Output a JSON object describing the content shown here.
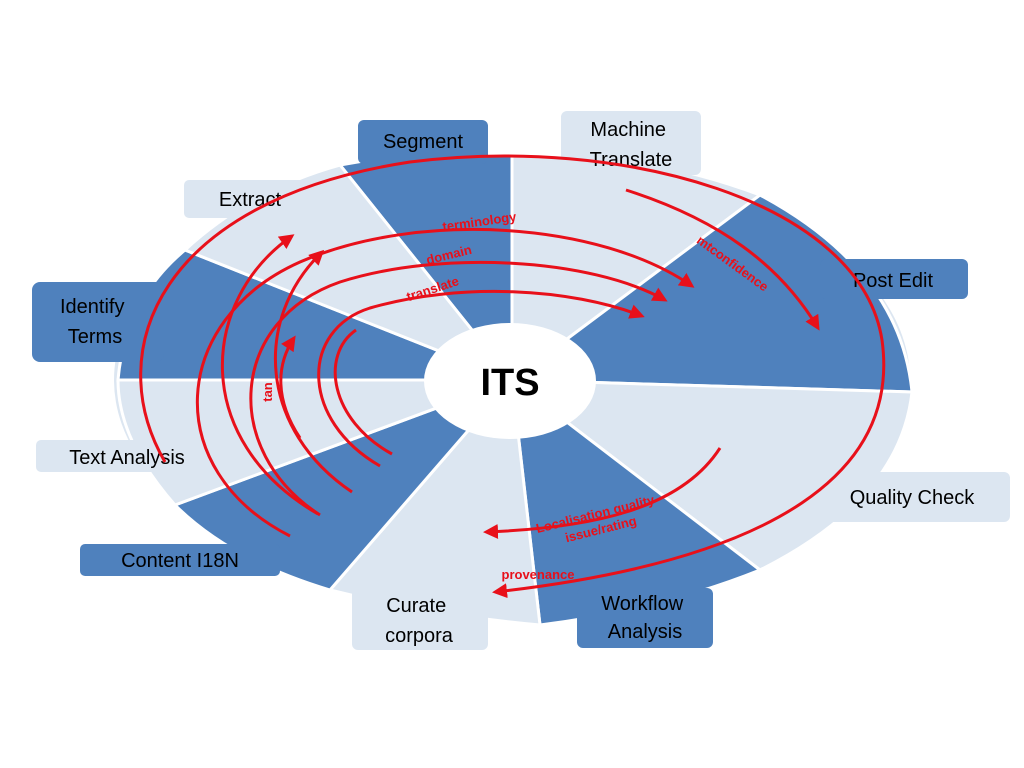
{
  "center": {
    "label": "ITS"
  },
  "colors": {
    "dark_segment": "#4f81bd",
    "light_segment": "#dce6f1",
    "arrow": "#e8101a",
    "background": "#ffffff"
  },
  "segments": [
    {
      "id": "segment",
      "label_lines": [
        "Segment"
      ],
      "shade": "dark"
    },
    {
      "id": "machine-translate",
      "label_lines": [
        "Machine",
        "Translate"
      ],
      "shade": "light"
    },
    {
      "id": "post-edit",
      "label_lines": [
        "Post Edit"
      ],
      "shade": "dark"
    },
    {
      "id": "quality-check",
      "label_lines": [
        "Quality Check"
      ],
      "shade": "light"
    },
    {
      "id": "workflow-analysis",
      "label_lines": [
        "Workflow",
        "Analysis"
      ],
      "shade": "dark"
    },
    {
      "id": "curate-corpora",
      "label_lines": [
        "Curate",
        "corpora"
      ],
      "shade": "light"
    },
    {
      "id": "content-i18n",
      "label_lines": [
        "Content I18N"
      ],
      "shade": "dark"
    },
    {
      "id": "text-analysis",
      "label_lines": [
        "Text Analysis"
      ],
      "shade": "light"
    },
    {
      "id": "identify-terms",
      "label_lines": [
        "Identify",
        "Terms"
      ],
      "shade": "dark"
    },
    {
      "id": "extract",
      "label_lines": [
        "Extract"
      ],
      "shade": "light"
    }
  ],
  "flows": [
    {
      "id": "terminology",
      "label": "terminology"
    },
    {
      "id": "domain",
      "label": "domain"
    },
    {
      "id": "translate",
      "label": "translate"
    },
    {
      "id": "mtconfidence",
      "label": "mtconfidence"
    },
    {
      "id": "tan",
      "label": "tan"
    },
    {
      "id": "localisation-quality",
      "label_lines": [
        "Localisation quality",
        "issue/rating"
      ]
    },
    {
      "id": "provenance",
      "label": "provenance"
    }
  ]
}
